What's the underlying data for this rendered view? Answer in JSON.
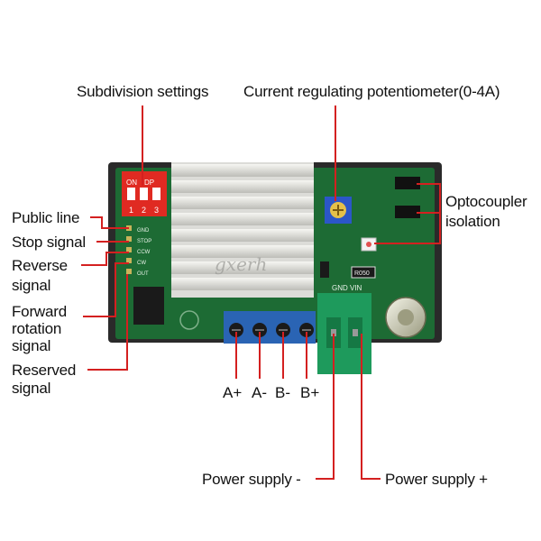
{
  "labels": {
    "subdivision": "Subdivision settings",
    "current_pot": "Current regulating potentiometer(0-4A)",
    "optocoupler_1": "Optocoupler",
    "optocoupler_2": "isolation",
    "public_line": "Public line",
    "stop_signal": "Stop signal",
    "reverse_1": "Reverse",
    "reverse_2": "signal",
    "forward_1": "Forward",
    "forward_2": "rotation",
    "forward_3": "signal",
    "reserved_1": "Reserved",
    "reserved_2": "signal",
    "power_minus": "Power supply -",
    "power_plus": "Power supply +"
  },
  "terminals": [
    "A+",
    "A-",
    "B-",
    "B+"
  ],
  "board_text": {
    "dip_on": "ON",
    "dip_dp": "DP",
    "dip_nums": [
      "1",
      "2",
      "3"
    ],
    "pin_gnd": "GND",
    "pin_stop": "STOP",
    "pin_ccw": "CCW",
    "pin_cw": "CW",
    "pin_out": "OUT",
    "power_pins": "GND VIN",
    "resistor": "R050",
    "watermark": "gxerh"
  },
  "colors": {
    "pointer": "#d42020",
    "board": "#1d6b34",
    "heatsink": "#e6e6e2",
    "terminal_blue": "#2a64b4",
    "terminal_green": "#1e9a5c",
    "dip_red": "#e02a22"
  }
}
